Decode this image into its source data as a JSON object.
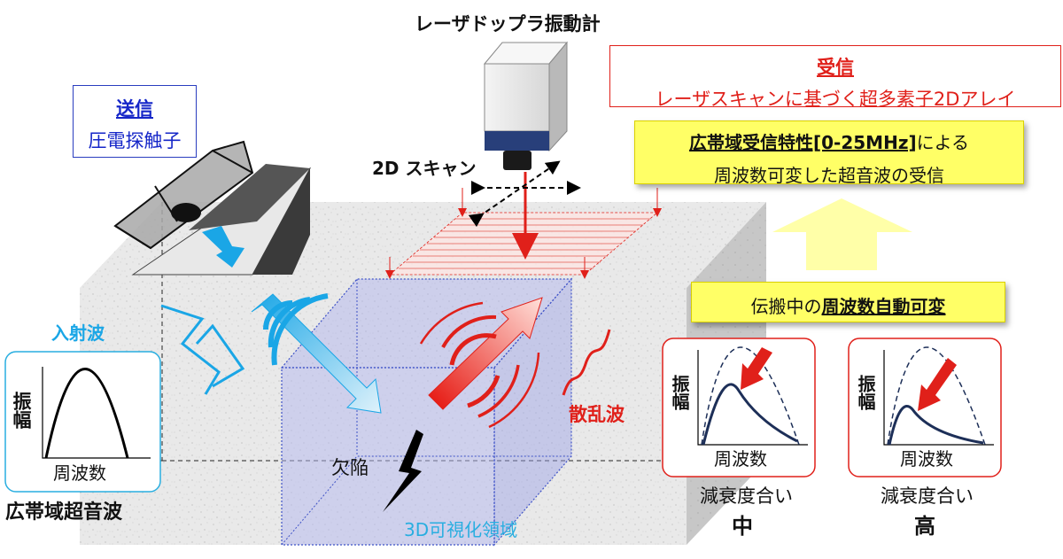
{
  "device_label": "レーザドップラ振動計",
  "scan_label": "2D スキャン",
  "transmit_box": {
    "title": "送信",
    "text": "圧電探触子"
  },
  "receive_box": {
    "title": "受信",
    "text": "レーザスキャンに基づく超多素子2Dアレイ"
  },
  "band_box": {
    "line1_underlined": "広帯域受信特性[0-25MHz]",
    "line1_rest": "による",
    "line2": "周波数可変した超音波の受信"
  },
  "propagation_box": {
    "prefix": "伝搬中の",
    "underlined": "周波数自動可変"
  },
  "incident_label": "入射波",
  "scattered_label": "散乱波",
  "defect_label": "欠陥",
  "region_label": "3D可視化領域",
  "broadband_label": "広帯域超音波",
  "spectrum_left": {
    "ylabel": "振幅",
    "xlabel": "周波数"
  },
  "spectrum_mid": {
    "ylabel": "振幅",
    "xlabel": "周波数",
    "caption1": "減衰度合い",
    "caption2": "中"
  },
  "spectrum_right": {
    "ylabel": "振幅",
    "xlabel": "周波数",
    "caption1": "減衰度合い",
    "caption2": "高"
  },
  "colors": {
    "blue_text": "#1526c8",
    "red_text": "#e0201a",
    "cyan": "#1aa6e6",
    "highlight": "#ffff66"
  }
}
